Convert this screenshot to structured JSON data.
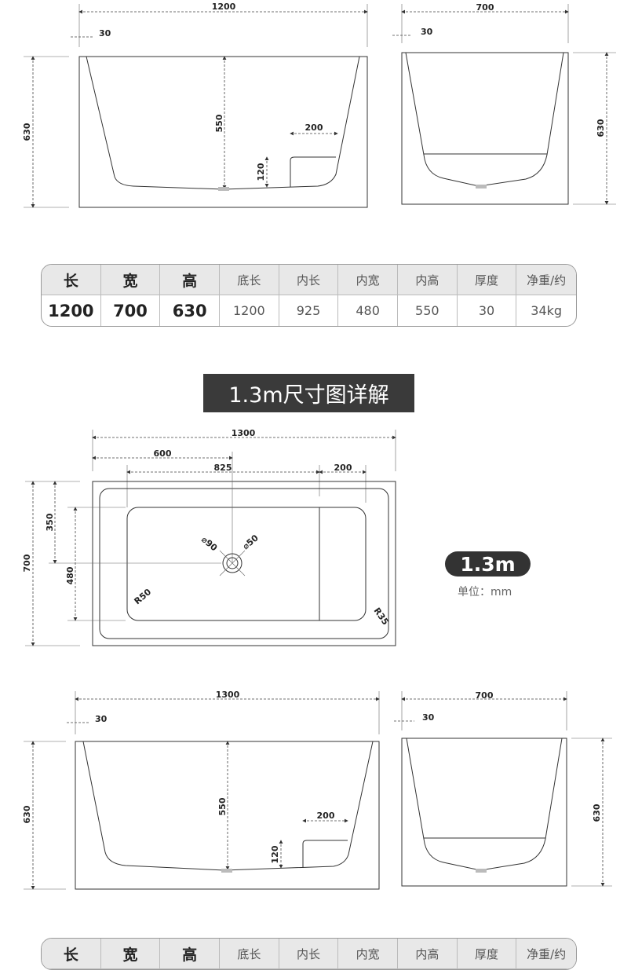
{
  "section1": {
    "side_long": {
      "length": "1200",
      "wall": "30",
      "height": "630",
      "inner_height": "550",
      "step_width": "200",
      "step_height": "120"
    },
    "side_short": {
      "width": "700",
      "wall": "30",
      "height": "630"
    }
  },
  "table1": {
    "headers": [
      "长",
      "宽",
      "高",
      "底长",
      "内长",
      "内宽",
      "内高",
      "厚度",
      "净重/约"
    ],
    "values": [
      "1200",
      "700",
      "630",
      "1200",
      "925",
      "480",
      "550",
      "30",
      "34kg"
    ]
  },
  "banner": "1.3m尺寸图详解",
  "plan": {
    "length": "1300",
    "drain_offset": "600",
    "inner_length": "825",
    "step_width": "200",
    "width": "700",
    "drain_side": "350",
    "inner_width": "480",
    "drain_outer": "90",
    "drain_inner": "50",
    "radius_left": "R50",
    "radius_right": "R35",
    "diameter_symbol": "⌀"
  },
  "size_badge": "1.3m",
  "unit_label": "单位：mm",
  "section2": {
    "side_long": {
      "length": "1300",
      "wall": "30",
      "height": "630",
      "inner_height": "550",
      "step_width": "200",
      "step_height": "120"
    },
    "side_short": {
      "width": "700",
      "wall": "30",
      "height": "630"
    }
  },
  "table2": {
    "headers": [
      "长",
      "宽",
      "高",
      "底长",
      "内长",
      "内宽",
      "内高",
      "厚度",
      "净重/约"
    ]
  }
}
